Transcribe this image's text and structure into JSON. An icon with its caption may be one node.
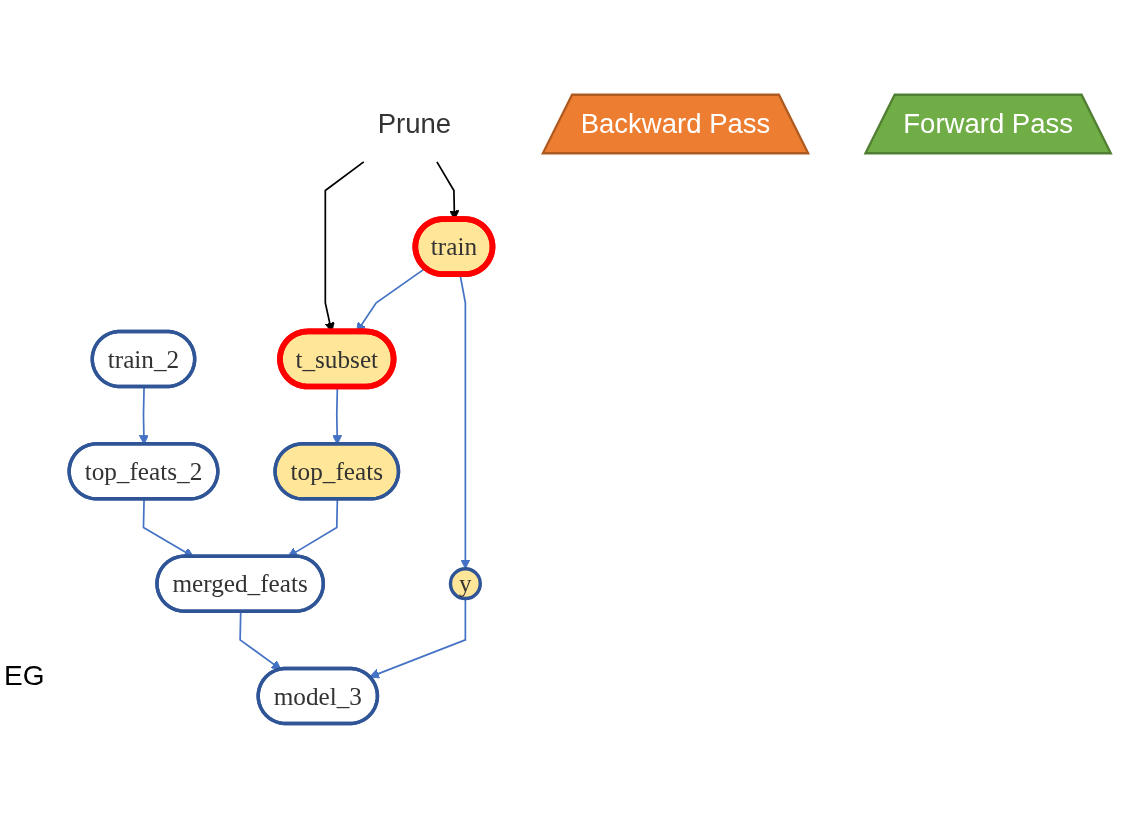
{
  "diagram": {
    "nodes": [
      {
        "text": [
          "train_2"
        ]
      },
      {
        "text": [
          "train"
        ]
      },
      {
        "text": [
          "Prune"
        ]
      },
      {
        "text": [
          "Backward Pass"
        ]
      },
      {
        "text": [
          "Forward Pass"
        ]
      },
      {
        "text": [
          "t_subset"
        ]
      },
      {
        "text": [
          "y"
        ]
      },
      {
        "text": [
          "top_feats_2"
        ]
      },
      {
        "text": [
          "top_feats"
        ]
      },
      {
        "text": [
          "merged_feats"
        ]
      },
      {
        "text": [
          "model_3"
        ]
      }
    ],
    "edges": [
      {
        "from": 0,
        "to": 7,
        "arrow": "to"
      },
      {
        "from": 2,
        "to": 1,
        "arrow": "to",
        "color": "#000000"
      },
      {
        "from": 2,
        "to": 5,
        "arrow": "to",
        "color": "#000000"
      },
      {
        "from": 1,
        "to": 5,
        "arrow": "to"
      },
      {
        "from": 1,
        "to": 6,
        "arrow": "to"
      },
      {
        "from": 5,
        "to": 8,
        "arrow": "to"
      },
      {
        "from": 7,
        "to": 9,
        "arrow": "to"
      },
      {
        "from": 8,
        "to": 9,
        "arrow": "to"
      },
      {
        "from": 9,
        "to": 10,
        "arrow": "to"
      },
      {
        "from": 6,
        "to": 10,
        "arrow": "to"
      }
    ],
    "labels": [
      "EG"
    ]
  }
}
